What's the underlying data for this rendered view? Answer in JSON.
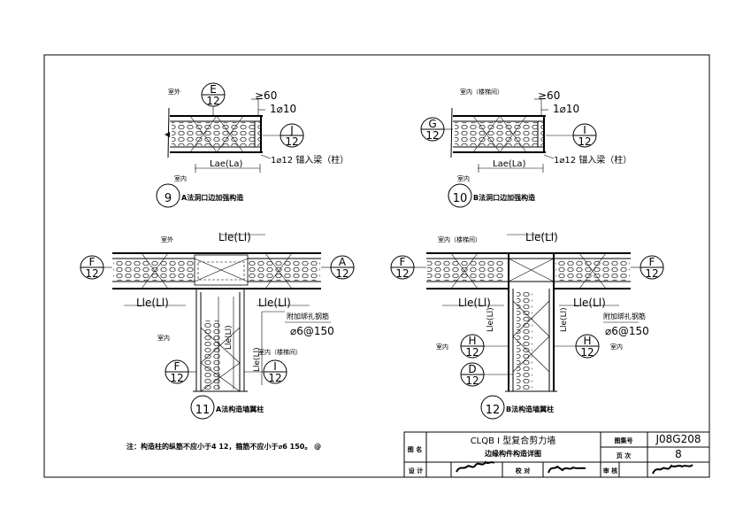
{
  "details": {
    "d9": {
      "number": "9",
      "title": "A法洞口边加强构造",
      "outdoor": "室外",
      "indoor": "室内",
      "dim_60": "≥60",
      "rebar_top": "1⌀10",
      "rebar_bottom": "1⌀12 锚入梁（柱）",
      "anchor": "Lae(La)",
      "bubble_e": {
        "letter": "E",
        "num": "12"
      },
      "bubble_j": {
        "letter": "J",
        "num": "12"
      }
    },
    "d10": {
      "number": "10",
      "title": "B法洞口边加强构造",
      "indoor_top": "室内（楼梯间）",
      "indoor": "室内",
      "dim_60": "≥60",
      "rebar_top": "1⌀10",
      "rebar_bottom": "1⌀12 锚入梁（柱）",
      "anchor": "Lae(La)",
      "bubble_g": {
        "letter": "G",
        "num": "12"
      },
      "bubble_i": {
        "letter": "I",
        "num": "12"
      }
    },
    "d11": {
      "number": "11",
      "title": "A法构造墙翼柱",
      "outdoor": "室外",
      "indoor": "室内",
      "indoor_stair": "室内（楼梯间）",
      "lap_top": "Lle(Ll)",
      "lap_left": "Lle(Ll)",
      "lap_right": "Lle(Ll)",
      "lap_vert_1": "Lle(Ll)",
      "lap_vert_2": "Lle(Ll)",
      "extra_rebar": "附加绑扎钢筋",
      "spacing": "⌀6@150",
      "bubble_f_left": {
        "letter": "F",
        "num": "12"
      },
      "bubble_a": {
        "letter": "A",
        "num": "12"
      },
      "bubble_f_low": {
        "letter": "F",
        "num": "12"
      },
      "bubble_i": {
        "letter": "I",
        "num": "12"
      }
    },
    "d12": {
      "number": "12",
      "title": "B法构造墙翼柱",
      "indoor_stair": "室内（楼梯间）",
      "indoor_left": "室内",
      "indoor_right": "室内",
      "lap_top": "Lle(Ll)",
      "lap_left": "Lle(Ll)",
      "lap_right": "Lle(Ll)",
      "lap_vert_1": "Lle(Ll)",
      "lap_vert_2": "Lle(Ll)",
      "extra_rebar": "附加绑扎钢筋",
      "spacing": "⌀6@150",
      "bubble_f_left": {
        "letter": "F",
        "num": "12"
      },
      "bubble_f_right": {
        "letter": "F",
        "num": "12"
      },
      "bubble_h_left": {
        "letter": "H",
        "num": "12"
      },
      "bubble_h_right": {
        "letter": "H",
        "num": "12"
      },
      "bubble_d": {
        "letter": "D",
        "num": "12"
      }
    }
  },
  "note": "注：构造柱的纵筋不应小于4 12，箍筋不应小于⌀6 150。 @",
  "title_block": {
    "label_drawing_name": "图 名",
    "drawing_name_line1": "CLQB I 型复合剪力墙",
    "drawing_name_line2": "边缘构件构造详图",
    "label_atlas_no": "图集号",
    "atlas_no": "J08G208",
    "label_page": "页 次",
    "page": "8",
    "label_design": "设 计",
    "label_check": "校 对",
    "label_review": "审 核"
  }
}
